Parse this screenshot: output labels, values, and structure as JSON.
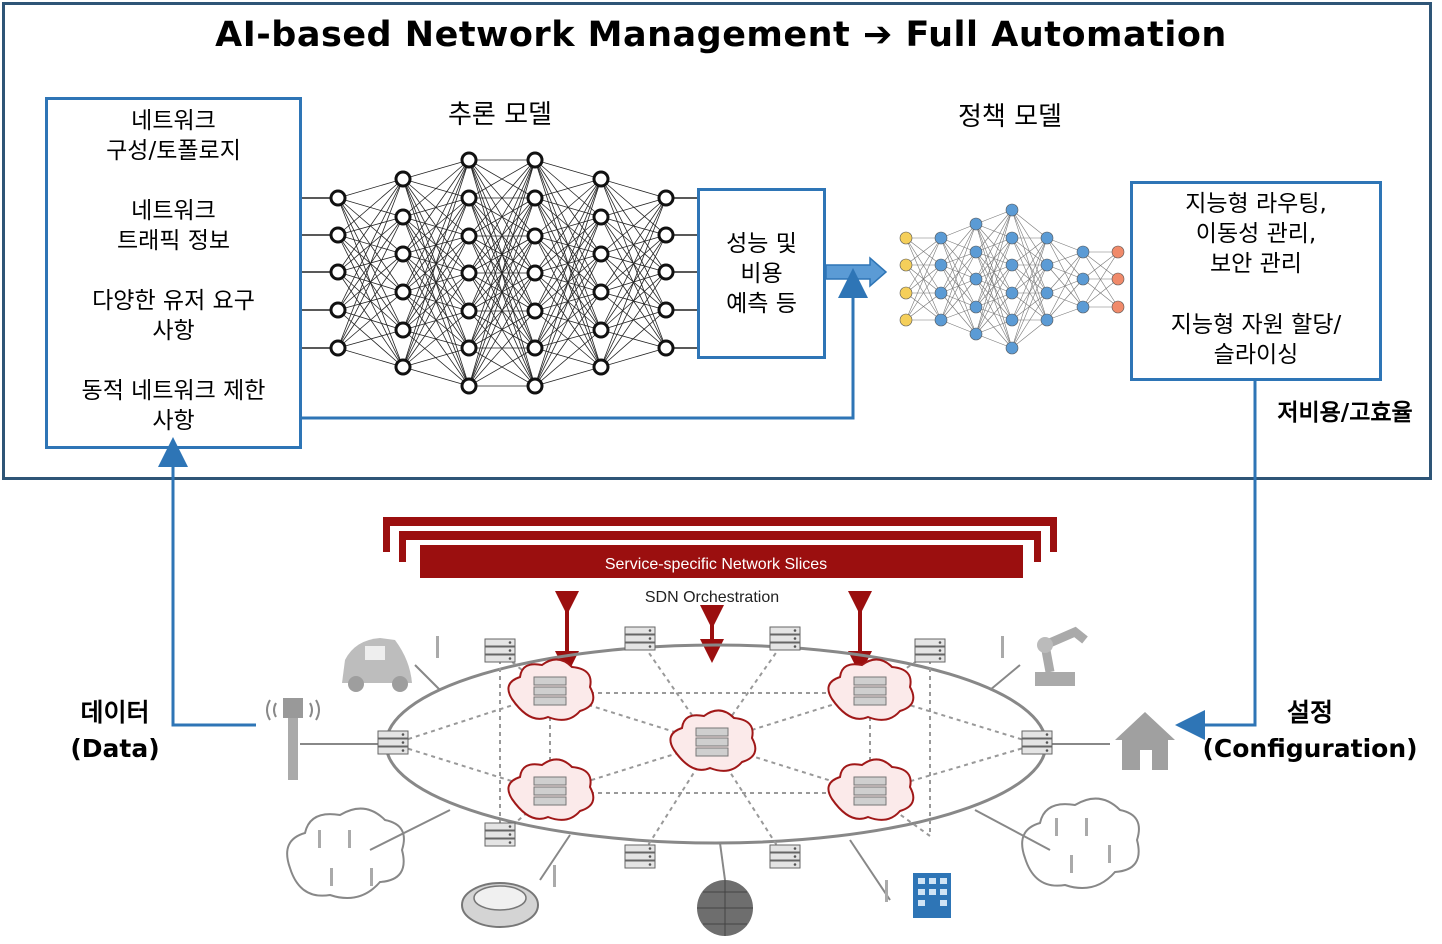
{
  "title": "AI-based Network Management ➔ Full Automation",
  "inference_model": {
    "label": "추론 모델"
  },
  "policy_model": {
    "label": "정책 모델"
  },
  "inputs": {
    "items": [
      "네트워크\n구성/토폴로지",
      "네트워크\n트래픽 정보",
      "다양한 유저 요구\n사항",
      "동적 네트워크 제한\n사항"
    ]
  },
  "prediction": {
    "label": "성능 및\n비용\n예측 등"
  },
  "outputs": {
    "items": [
      "지능형 라우팅,\n이동성 관리,\n보안 관리",
      "지능형 자원 할당/\n슬라이싱"
    ]
  },
  "efficiency_label": "저비용/고효율",
  "data_label": "데이터\n(Data)",
  "config_label": "설정\n(Configuration)",
  "slices_label": "Service-specific Network Slices",
  "sdn_label": "SDN Orchestration",
  "colors": {
    "frame": "#2e5577",
    "accent_blue": "#2e75b6",
    "slice_red": "#9b0f0f",
    "policy_input": "#f5cf5a",
    "policy_hidden": "#5b9bd5",
    "policy_output": "#f08a6a"
  }
}
